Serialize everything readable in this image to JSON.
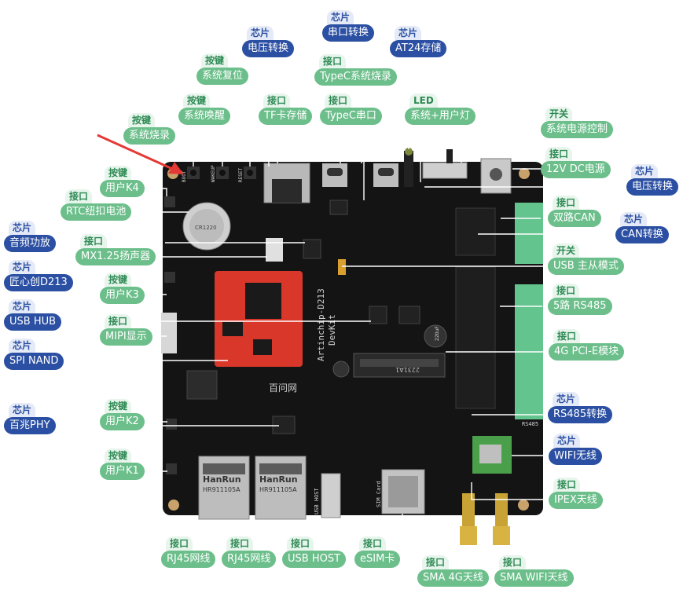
{
  "colors": {
    "interface_green": "#6cbf8b",
    "chip_blue": "#2b4fa2",
    "board": "#141414",
    "arrow": "#e53935"
  },
  "board_silk": {
    "model": "Artinchip-D213",
    "model2": "DevKit",
    "logo": "百问网",
    "rs485": "RS485",
    "sim": "SIM Card",
    "usb_host": "USB HOST",
    "hanrun": "HanRun",
    "hr": "HR911105A",
    "bat": "CR1220",
    "cap": "220uF",
    "m2": "2231A1",
    "keys": [
      "BOOT",
      "WAKEUP",
      "RESET"
    ]
  },
  "callouts": [
    {
      "id": "pwr-conv-top",
      "type": "芯片",
      "label": "电压转换",
      "color": "chip"
    },
    {
      "id": "uart-conv",
      "type": "芯片",
      "label": "串口转换",
      "color": "chip"
    },
    {
      "id": "at24",
      "type": "芯片",
      "label": "AT24存储",
      "color": "chip"
    },
    {
      "id": "reset",
      "type": "按键",
      "label": "系统复位",
      "color": "iface"
    },
    {
      "id": "typec-burn",
      "type": "接口",
      "label": "TypeC系统烧录",
      "color": "iface"
    },
    {
      "id": "wake",
      "type": "按键",
      "label": "系统唤醒",
      "color": "iface"
    },
    {
      "id": "tf",
      "type": "接口",
      "label": "TF卡存储",
      "color": "iface"
    },
    {
      "id": "typec-uart",
      "type": "接口",
      "label": "TypeC串口",
      "color": "iface"
    },
    {
      "id": "led",
      "type": "LED",
      "label": "系统+用户灯",
      "color": "iface"
    },
    {
      "id": "pwr-sw",
      "type": "开关",
      "label": "系统电源控制",
      "color": "iface"
    },
    {
      "id": "burn",
      "type": "按键",
      "label": "系统烧录",
      "color": "iface"
    },
    {
      "id": "dc12",
      "type": "接口",
      "label": "12V DC电源",
      "color": "iface"
    },
    {
      "id": "k4",
      "type": "按键",
      "label": "用户K4",
      "color": "iface"
    },
    {
      "id": "pwr-conv-r",
      "type": "芯片",
      "label": "电压转换",
      "color": "chip"
    },
    {
      "id": "rtc",
      "type": "接口",
      "label": "RTC纽扣电池",
      "color": "iface"
    },
    {
      "id": "can2",
      "type": "接口",
      "label": "双路CAN",
      "color": "iface"
    },
    {
      "id": "audio",
      "type": "芯片",
      "label": "音频功放",
      "color": "chip"
    },
    {
      "id": "can-conv",
      "type": "芯片",
      "label": "CAN转换",
      "color": "chip"
    },
    {
      "id": "spk",
      "type": "接口",
      "label": "MX1.25扬声器",
      "color": "iface"
    },
    {
      "id": "usb-mode",
      "type": "开关",
      "label": "USB 主从模式",
      "color": "iface"
    },
    {
      "id": "d213",
      "type": "芯片",
      "label": "匠心创D213",
      "color": "chip"
    },
    {
      "id": "k3",
      "type": "按键",
      "label": "用户K3",
      "color": "iface"
    },
    {
      "id": "rs485",
      "type": "接口",
      "label": "5路 RS485",
      "color": "iface"
    },
    {
      "id": "usbhub",
      "type": "芯片",
      "label": "USB HUB",
      "color": "chip"
    },
    {
      "id": "mipi",
      "type": "接口",
      "label": "MIPI显示",
      "color": "iface"
    },
    {
      "id": "spinand",
      "type": "芯片",
      "label": "SPI NAND",
      "color": "chip"
    },
    {
      "id": "pcie",
      "type": "接口",
      "label": "4G PCI-E模块",
      "color": "iface"
    },
    {
      "id": "rs485c",
      "type": "芯片",
      "label": "RS485转换",
      "color": "chip"
    },
    {
      "id": "phy",
      "type": "芯片",
      "label": "百兆PHY",
      "color": "chip"
    },
    {
      "id": "k2",
      "type": "按键",
      "label": "用户K2",
      "color": "iface"
    },
    {
      "id": "wifi",
      "type": "芯片",
      "label": "WIFI无线",
      "color": "chip"
    },
    {
      "id": "k1",
      "type": "按键",
      "label": "用户K1",
      "color": "iface"
    },
    {
      "id": "ipex",
      "type": "接口",
      "label": "IPEX天线",
      "color": "iface"
    },
    {
      "id": "rj45a",
      "type": "接口",
      "label": "RJ45网线",
      "color": "iface"
    },
    {
      "id": "rj45b",
      "type": "接口",
      "label": "RJ45网线",
      "color": "iface"
    },
    {
      "id": "usbhost",
      "type": "接口",
      "label": "USB HOST",
      "color": "iface"
    },
    {
      "id": "esim",
      "type": "接口",
      "label": "eSIM卡",
      "color": "iface"
    },
    {
      "id": "sma4g",
      "type": "接口",
      "label": "SMA 4G天线",
      "color": "iface"
    },
    {
      "id": "smawifi",
      "type": "接口",
      "label": "SMA WIFI天线",
      "color": "iface"
    }
  ]
}
